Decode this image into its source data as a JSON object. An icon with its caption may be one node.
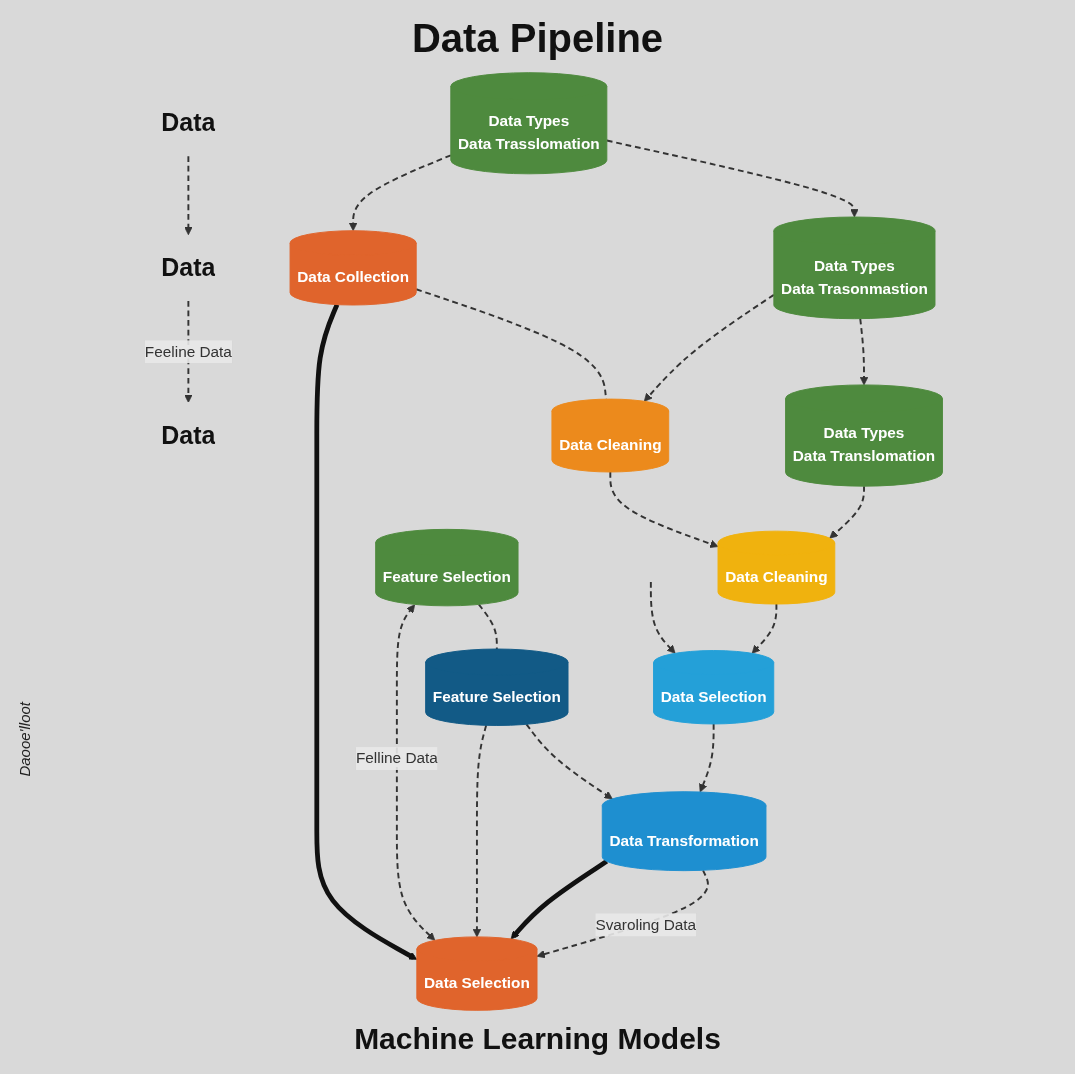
{
  "diagram": {
    "title": "Data Pipeline",
    "nodes": [
      {
        "text": [
          "Data"
        ]
      },
      {
        "text": [
          "Data"
        ]
      },
      {
        "text": [
          "Data"
        ]
      },
      {
        "text": [
          "Data Types",
          "Data Trasslomation"
        ]
      },
      {
        "text": [
          "Data Types",
          "Data Trasonmastion"
        ]
      },
      {
        "text": [
          "Data Types",
          "Data Translomation"
        ]
      },
      {
        "text": [
          "Data Collection"
        ]
      },
      {
        "text": [
          "Data Cleaning"
        ]
      },
      {
        "text": [
          "Data Cleaning"
        ]
      },
      {
        "text": [
          "Data Selection"
        ]
      },
      {
        "text": [
          "Feature Selection"
        ]
      },
      {
        "text": [
          "Feature Selection"
        ]
      },
      {
        "text": [
          "Data Transformation"
        ]
      },
      {
        "text": [
          "Data Selection"
        ]
      }
    ],
    "edges": [
      {
        "from": 0,
        "to": 1,
        "arrow": "to",
        "style": "dashed"
      },
      {
        "from": 1,
        "to": 2,
        "arrow": "to",
        "label": "Feeline Data",
        "style": "dashed"
      },
      {
        "from": null,
        "to": 9,
        "arrow": "to",
        "style": "dashed"
      },
      {
        "from": 3,
        "to": 4,
        "arrow": "to",
        "style": "dashed"
      },
      {
        "from": 4,
        "to": 5,
        "arrow": "to",
        "style": "dashed"
      },
      {
        "from": 3,
        "to": 6,
        "arrow": "to",
        "style": "dashed"
      },
      {
        "from": 4,
        "to": 7,
        "arrow": "to",
        "style": "dashed"
      },
      {
        "from": 5,
        "to": 8,
        "arrow": "to",
        "style": "dashed"
      },
      {
        "from": 6,
        "to": 7,
        "arrow": "none",
        "style": "dashed"
      },
      {
        "from": 7,
        "to": 8,
        "arrow": "to",
        "style": "dashed"
      },
      {
        "from": 8,
        "to": 9,
        "arrow": "to",
        "style": "dashed"
      },
      {
        "from": 9,
        "to": 12,
        "arrow": "to",
        "style": "dashed"
      },
      {
        "from": 10,
        "to": 11,
        "arrow": "none",
        "style": "dashed"
      },
      {
        "from": 11,
        "to": 12,
        "arrow": "to",
        "style": "dashed"
      },
      {
        "from": 11,
        "to": 13,
        "arrow": "to",
        "style": "dashed"
      },
      {
        "from": 10,
        "to": 13,
        "arrow": "both",
        "label": "Felline Data",
        "style": "dashed"
      },
      {
        "from": 12,
        "to": 13,
        "arrow": "to",
        "label": "Svaroling Data",
        "style": "dashed"
      },
      {
        "from": 6,
        "to": 13,
        "arrow": "to",
        "style": "thick",
        "color": "#111111"
      },
      {
        "from": 12,
        "to": 13,
        "arrow": "to",
        "style": "thick",
        "color": "#111111"
      }
    ],
    "labels": [
      "Daooe'lloot"
    ],
    "caption": "Machine Learning Models"
  }
}
